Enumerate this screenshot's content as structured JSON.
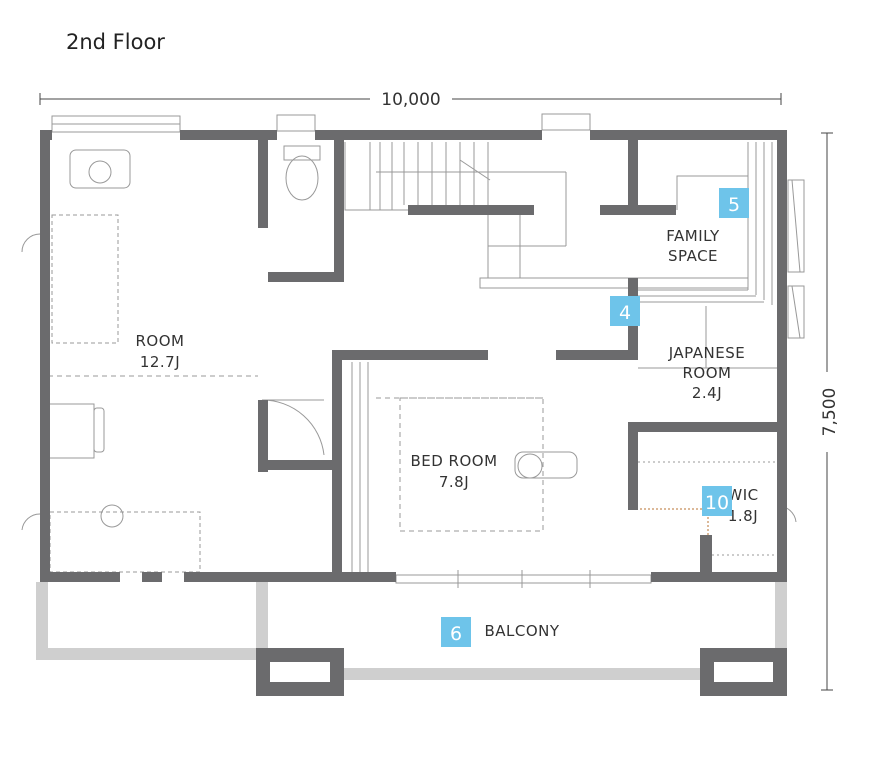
{
  "floor_title": "2nd Floor",
  "dimensions": {
    "width_label": "10,000",
    "height_label": "7,500"
  },
  "rooms": {
    "room": {
      "name": "ROOM",
      "size": "12.7J"
    },
    "bedroom": {
      "name": "BED ROOM",
      "size": "7.8J"
    },
    "family": {
      "line1": "FAMILY",
      "line2": "SPACE"
    },
    "japanese": {
      "line1": "JAPANESE",
      "line2": "ROOM",
      "size": "2.4J"
    },
    "wic": {
      "name": "WIC",
      "size": "1.8J"
    },
    "balcony": {
      "name": "BALCONY"
    }
  },
  "badges": {
    "b5": "5",
    "b4": "4",
    "b10": "10",
    "b6": "6"
  },
  "colors": {
    "wall": "#6b6b6d",
    "badge": "#6ec4ea",
    "light_wall": "#cfcfcf",
    "line": "#999999"
  }
}
